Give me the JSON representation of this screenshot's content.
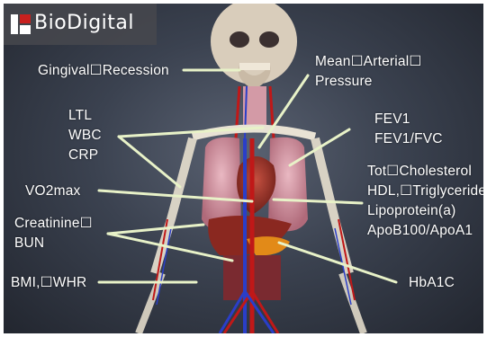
{
  "brand": {
    "name": "BioDigital",
    "accent": "#c8201e"
  },
  "labels": {
    "gingival": "Gingival☐Recession",
    "mean_arterial_1": "Mean☐Arterial☐",
    "mean_arterial_2": "Pressure",
    "ltl": "LTL",
    "wbc": "WBC",
    "crp": "CRP",
    "fev1": "FEV1",
    "fev1fvc": "FEV1/FVC",
    "tot_chol": "Tot☐Cholesterol",
    "hdl_trig": "HDL,☐Triglycerides",
    "lipoprotein": "Lipoprotein(a)",
    "apob": "ApoB100/ApoA1",
    "vo2max": "VO2max",
    "creatinine": "Creatinine☐",
    "bun": "BUN",
    "bmi_whr": "BMI,☐WHR",
    "hba1c": "HbA1C"
  },
  "colors": {
    "line": "#e8f2c8",
    "text": "#ffffff"
  }
}
